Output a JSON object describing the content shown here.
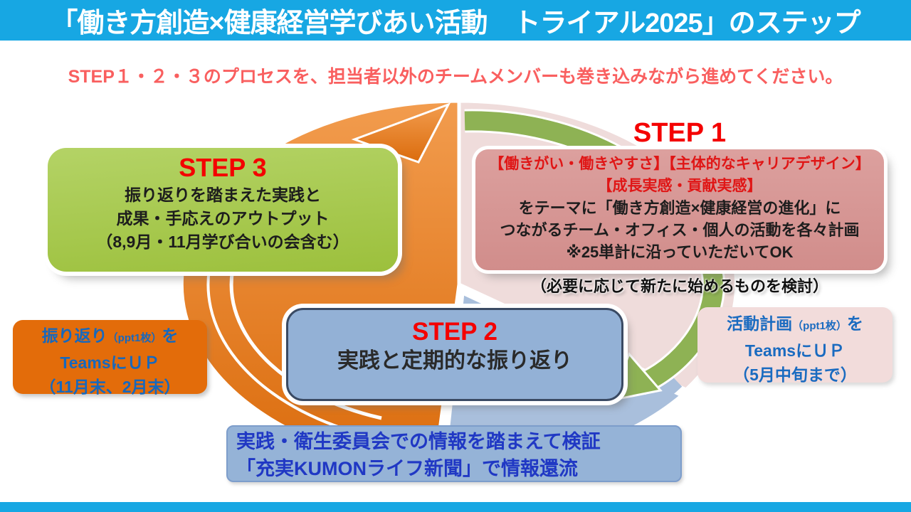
{
  "slide": {
    "header": {
      "title": "「働き方創造×健康経営学びあい活動　トライアル2025」のステップ"
    },
    "subtitle": {
      "text": "STEP１・２・３のプロセスを、担当者以外のチームメンバーも巻き込みながら進めてください。"
    },
    "step1": {
      "heading": "STEP 1",
      "red_lines": [
        "【働きがい・働きやすさ】【主体的なキャリアデザイン】",
        "【成長実感・貢献実感】"
      ],
      "black_lines": [
        "をテーマに「働き方創造×健康経営の進化」に",
        "つながるチーム・オフィス・個人の活動を各々計画",
        "※25単計に沿っていただいてOK"
      ],
      "note": "（必要に応じて新たに始めるものを検討）"
    },
    "step2": {
      "heading": "STEP 2",
      "body": "実践と定期的な振り返り"
    },
    "step3": {
      "heading": "STEP 3",
      "lines": [
        "振り返りを踏まえた実践と",
        "成果・手応えのアウトプット",
        "（8,9月・11月学び合いの会含む）"
      ]
    },
    "left_note": {
      "line1_main": "振り返り",
      "line1_paren": "（ppt1枚）",
      "line1_tail": "を",
      "line2": "TeamsにＵＰ",
      "line3": "（11月末、2月末）"
    },
    "right_note": {
      "line1_main": "活動計画",
      "line1_paren": "（ppt1枚）",
      "line1_tail": "を",
      "line2": "TeamsにＵＰ",
      "line3": "（5月中旬まで）"
    },
    "bottom_note": {
      "line1": "実践・衛生委員会での情報を踏まえて検証",
      "line2": "「充実KUMONライフ新聞」で情報還流"
    },
    "colors": {
      "accent_cyan": "#17A7E3",
      "step_heading_red": "#F40000",
      "orange_arrow": "#E36C0A",
      "green_box": "#A3C94B",
      "pink_box": "#D99694",
      "blue_box": "#93B1D6",
      "pale_pink_segment": "#EFDCDB",
      "pale_blue_segment": "#A9BFDC",
      "green_arrow": "#8EB254",
      "note_blue_text": "#1668BE",
      "bottom_blue_text": "#2038C4"
    }
  }
}
